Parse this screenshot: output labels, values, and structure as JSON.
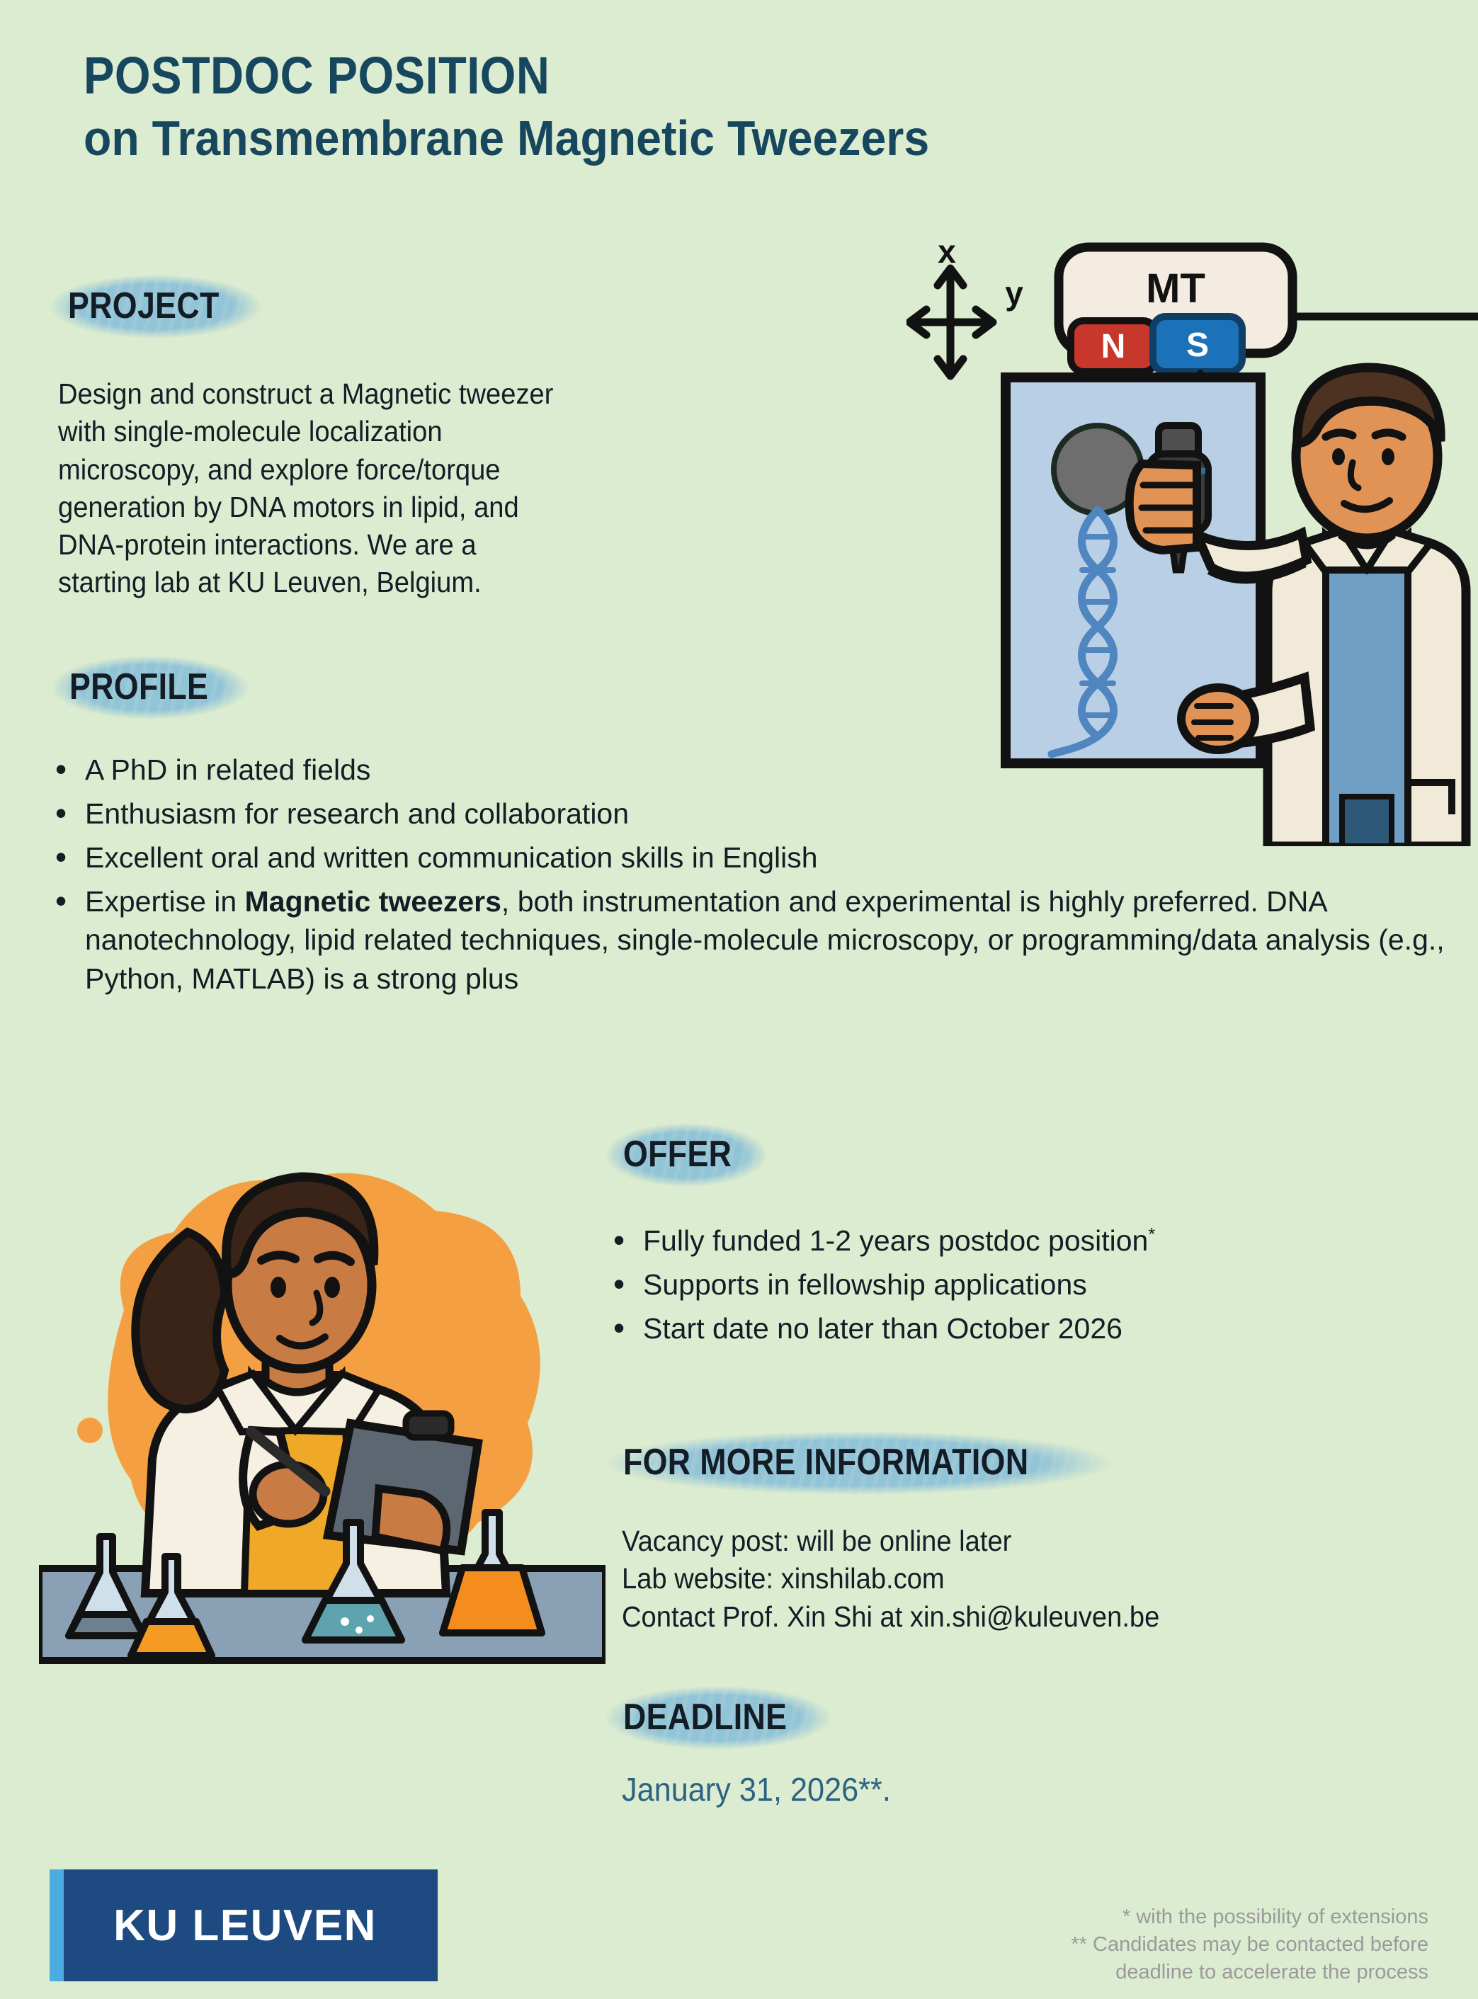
{
  "poster": {
    "title_main": "POSTDOC POSITION",
    "title_sub": "on Transmembrane Magnetic Tweezers",
    "background_color": "#dcecd0",
    "accent_color": "#17475e",
    "highlight_color": "#92c4d8"
  },
  "project": {
    "heading": "PROJECT",
    "body": "Design and construct a Magnetic tweezer with single-molecule localization microscopy, and explore force/torque generation by DNA motors in lipid, and DNA-protein interactions. We are a starting lab at KU Leuven, Belgium."
  },
  "profile": {
    "heading": "PROFILE",
    "items": [
      {
        "text": "A PhD in related fields"
      },
      {
        "text": "Enthusiasm for research and collaboration"
      },
      {
        "text": "Excellent oral and written communication skills in English"
      },
      {
        "prefix": "Expertise in ",
        "bold": "Magnetic tweezers",
        "suffix": ", both instrumentation and experimental is highly preferred. DNA nanotechnology, lipid related techniques, single-molecule microscopy, or programming/data analysis (e.g., Python, MATLAB) is a strong plus"
      }
    ]
  },
  "offer": {
    "heading": "OFFER",
    "items": [
      {
        "text": "Fully funded 1-2 years postdoc position",
        "marker": "*"
      },
      {
        "text": "Supports in fellowship applications",
        "marker": ""
      },
      {
        "text": "Start date no later than October 2026",
        "marker": ""
      }
    ]
  },
  "information": {
    "heading": "FOR MORE INFORMATION",
    "lines": [
      "Vacancy post: will be online later",
      "Lab website: xinshilab.com",
      "Contact Prof. Xin Shi at xin.shi@kuleuven.be"
    ]
  },
  "deadline": {
    "heading": "DEADLINE",
    "date": "January 31, 2026**.",
    "color": "#2c6383"
  },
  "footnotes": {
    "line1": "* with the possibility of extensions",
    "line2": "** Candidates may be contacted before",
    "line3": "deadline to accelerate the process"
  },
  "logo": {
    "text": "KU LEUVEN",
    "box_color": "#1d4a80",
    "bar_color": "#4cace0"
  },
  "mt_diagram": {
    "axis_x_label": "x",
    "axis_y_label": "y",
    "device_label": "MT",
    "magnet_north": "N",
    "magnet_south": "S",
    "north_color": "#c8372c",
    "south_color": "#1b72b8",
    "device_color": "#f4ece0"
  }
}
